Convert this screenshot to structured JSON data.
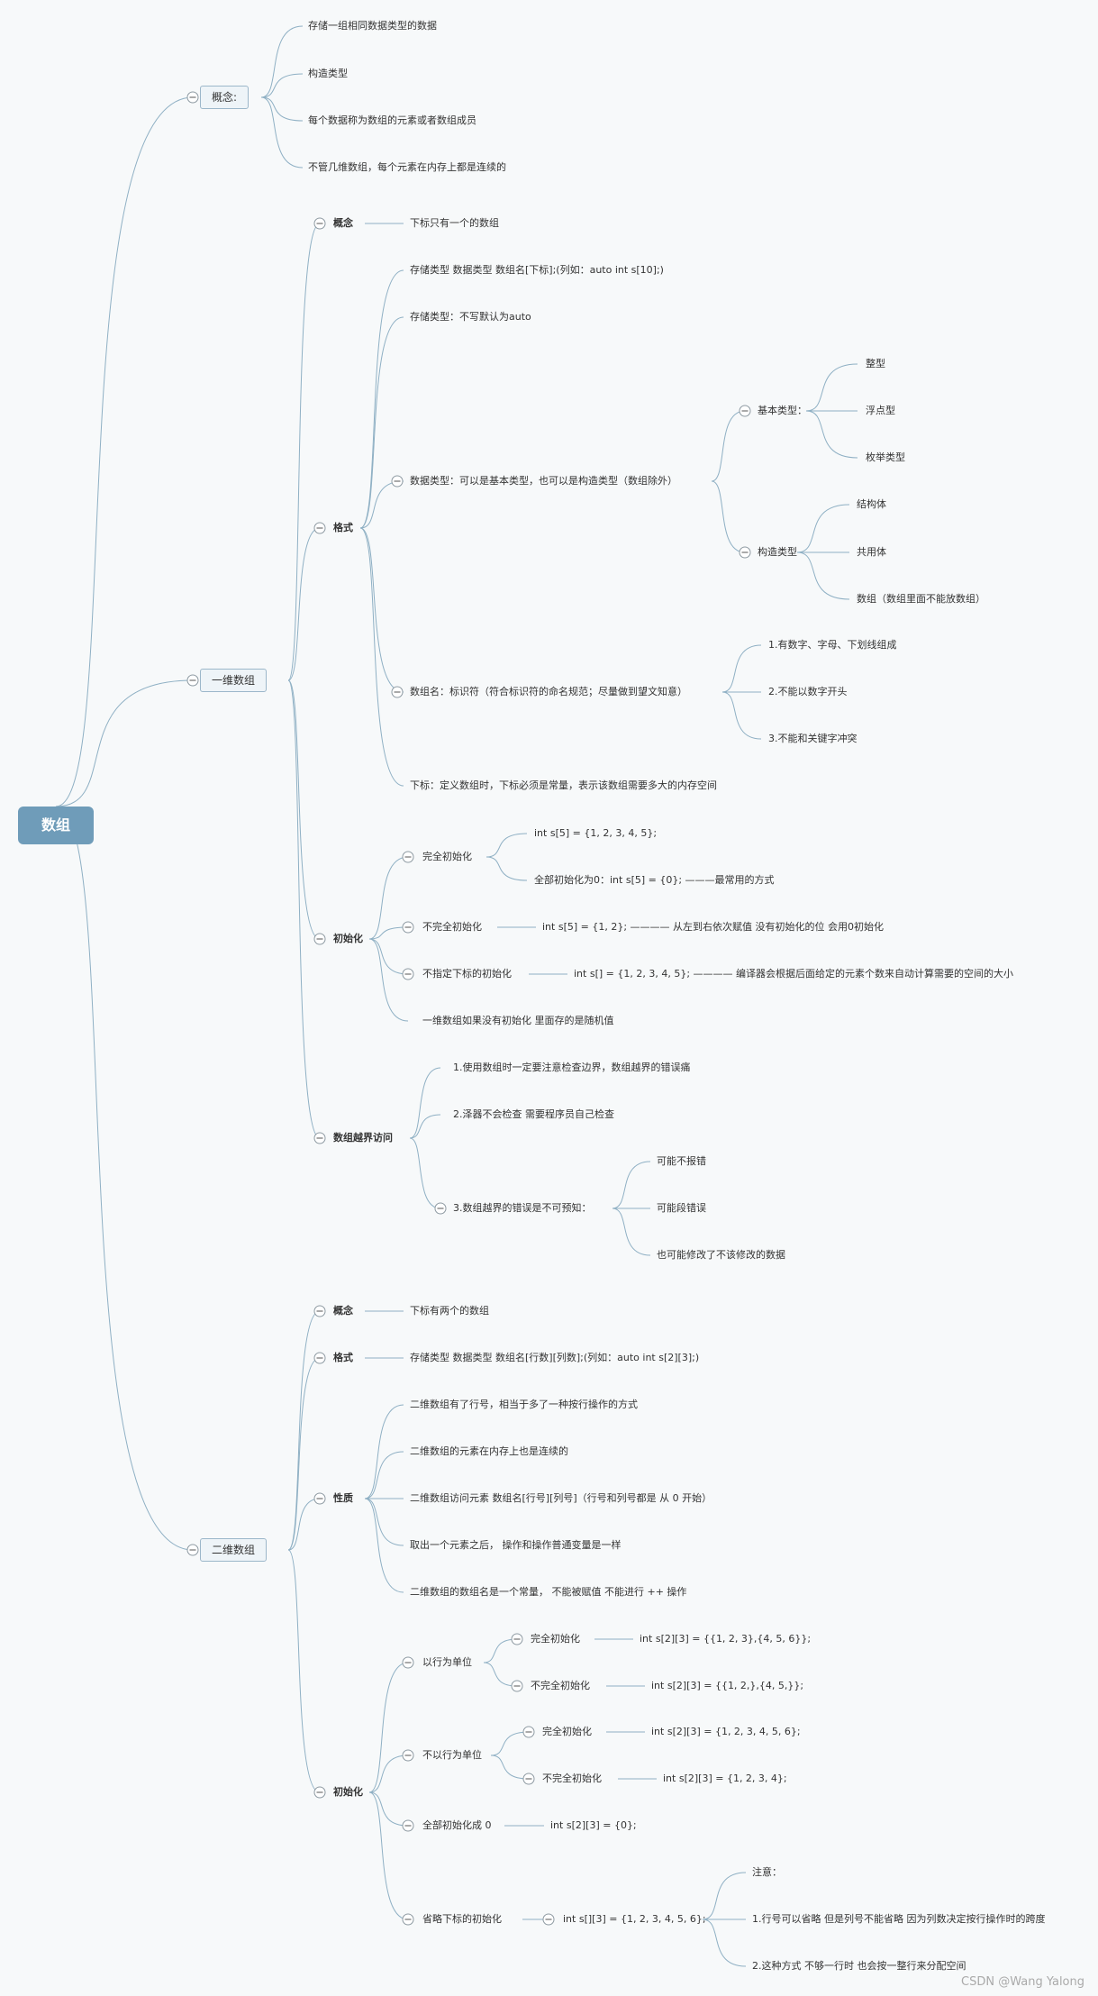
{
  "root": "数组",
  "concept": {
    "label": "概念:",
    "items": [
      "存储一组相同数据类型的数据",
      "构造类型",
      "每个数据称为数组的元素或者数组成员",
      "不管几维数组，每个元素在内存上都是连续的"
    ]
  },
  "one_d": {
    "label": "一维数组",
    "concept_label": "概念",
    "concept_text": "下标只有一个的数组",
    "format_label": "格式",
    "format_items": {
      "syntax": "存储类型 数据类型 数组名[下标];(列如：auto int s[10];)",
      "storage": "存储类型：不写默认为auto",
      "datatype": "数据类型：可以是基本类型，也可以是构造类型（数组除外）",
      "name": "数组名：标识符（符合标识符的命名规范；尽量做到望文知意）",
      "subscript": "下标：定义数组时，下标必须是常量，表示该数组需要多大的内存空间"
    },
    "basic_types": {
      "label": "基本类型：",
      "items": [
        "整型",
        "浮点型",
        "枚举类型"
      ]
    },
    "constructed_types": {
      "label": "构造类型",
      "items": [
        "结构体",
        "共用体",
        "数组（数组里面不能放数组）"
      ]
    },
    "name_rules": [
      "1.有数字、字母、下划线组成",
      "2.不能以数字开头",
      "3.不能和关键字冲突"
    ],
    "init_label": "初始化",
    "init": {
      "complete": {
        "label": "完全初始化",
        "items": [
          "int s[5] = {1, 2, 3, 4, 5};",
          "全部初始化为0：int s[5] = {0}; ———最常用的方式"
        ]
      },
      "incomplete": {
        "label": "不完全初始化",
        "text": "int s[5] = {1, 2}; ———— 从左到右依次赋值 没有初始化的位 会用0初始化"
      },
      "no_size": {
        "label": "不指定下标的初始化",
        "text": "int s[] = {1, 2, 3, 4, 5}; ———— 编译器会根据后面给定的元素个数来自动计算需要的空间的大小"
      },
      "none": "一维数组如果没有初始化 里面存的是随机值"
    },
    "oob_label": "数组越界访问",
    "oob_items": [
      "1.使用数组时一定要注意检查边界，数组越界的错误痛",
      "2.泽器不会检查 需要程序员自己检查",
      "3.数组越界的错误是不可预知："
    ],
    "oob_results": [
      "可能不报错",
      "可能段错误",
      "也可能修改了不该修改的数据"
    ]
  },
  "two_d": {
    "label": "二维数组",
    "concept_label": "概念",
    "concept_text": "下标有两个的数组",
    "format_label": "格式",
    "format_text": "存储类型 数据类型 数组名[行数][列数];(列如：auto int s[2][3];)",
    "props_label": "性质",
    "props": [
      "二维数组有了行号，相当于多了一种按行操作的方式",
      "二维数组的元素在内存上也是连续的",
      "二维数组访问元素 数组名[行号][列号]（行号和列号都是 从 0 开始）",
      "取出一个元素之后， 操作和操作普通变量是一样",
      "二维数组的数组名是一个常量， 不能被赋值 不能进行 ++ 操作"
    ],
    "init_label": "初始化",
    "by_row": {
      "label": "以行为单位",
      "complete": {
        "label": "完全初始化",
        "text": "int s[2][3] = {{1, 2, 3},{4, 5, 6}};"
      },
      "incomplete": {
        "label": "不完全初始化",
        "text": "int s[2][3] = {{1, 2,},{4, 5,}};"
      }
    },
    "not_by_row": {
      "label": "不以行为单位",
      "complete": {
        "label": "完全初始化",
        "text": "int s[2][3] = {1, 2, 3, 4, 5, 6};"
      },
      "incomplete": {
        "label": "不完全初始化",
        "text": "int s[2][3] = {1, 2, 3, 4};"
      }
    },
    "zero": {
      "label": "全部初始化成 0",
      "text": "int s[2][3] = {0};"
    },
    "omit": {
      "label": "省略下标的初始化",
      "text": "int s[][3] = {1, 2, 3, 4, 5, 6};"
    },
    "notes": [
      "注意：",
      "1.行号可以省略 但是列号不能省略 因为列数决定按行操作时的跨度",
      "2.这种方式 不够一行时 也会按一整行来分配空间"
    ]
  },
  "footer": "CSDN @Wang Yalong"
}
